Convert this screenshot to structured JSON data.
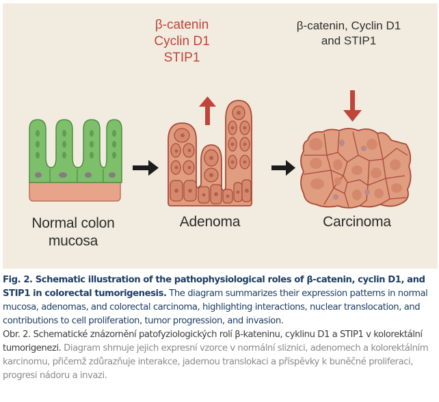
{
  "figure": {
    "stages": [
      {
        "id": "normal",
        "label_line1": "Normal colon",
        "label_line2": "mucosa"
      },
      {
        "id": "adenoma",
        "label_line1": "Adenoma"
      },
      {
        "id": "carcinoma",
        "label_line1": "Carcinoma"
      }
    ],
    "adenoma_markers": {
      "lines": [
        "β-catenin",
        "Cyclin D1",
        "STIP1"
      ],
      "direction": "up",
      "arrow_icon": "up-arrow-icon"
    },
    "carcinoma_markers": {
      "lines": [
        "β-catenin, Cyclin D1",
        "and STIP1"
      ],
      "direction": "down",
      "arrow_icon": "down-arrow-icon"
    },
    "colors": {
      "background": "#f1ecdf",
      "mucosa_green": "#7dbf6a",
      "mucosa_base": "#e8a48a",
      "tumor_fill": "#e09d7f",
      "tumor_outline": "#a8493a",
      "marker_red": "#c0443a",
      "caption_blue": "#1d3d63",
      "caption_gray": "#8a8a8a"
    }
  },
  "caption_en": {
    "title": "Fig. 2. Schematic illustration of the pathophysiological roles of β-catenin, cyclin D1, and STIP1 in colorectal tumorigenesis.",
    "body": "The diagram summarizes their expression patterns in normal mucosa, adenomas, and colorectal carcinoma, highlighting interactions, nuclear translocation, and contributions to cell proliferation, tumor progression, and invasion."
  },
  "caption_cz": {
    "title": "Obr. 2. Schematické znázornění patofyziologických rolí β-kateninu, cyklinu D1 a STIP1 v kolorektální tumorigenezi.",
    "body": "Diagram shrnuje jejich expresní vzorce v normální sliznici, adenomech a kolorektálním karcinomu, přičemž zdůrazňuje interakce, jadernou translokaci a příspěvky k buněčné proliferaci, progresi nádoru a invazi."
  }
}
